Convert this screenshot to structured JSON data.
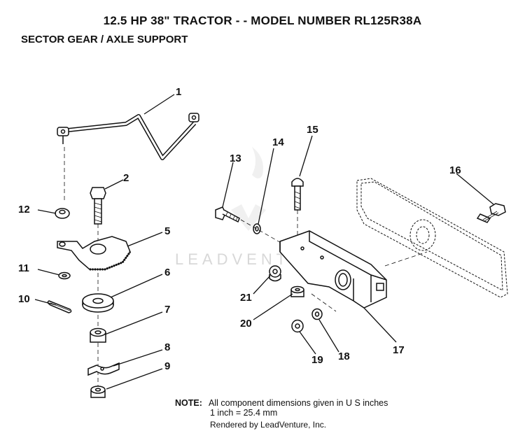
{
  "header": {
    "title": "12.5 HP 38\" TRACTOR - - MODEL NUMBER RL125R38A",
    "subtitle": "SECTOR GEAR / AXLE SUPPORT"
  },
  "parts": {
    "p1": "1",
    "p2": "2",
    "p3": "5",
    "p4": "6",
    "p5": "7",
    "p6": "8",
    "p7": "9",
    "p8": "10",
    "p9": "11",
    "p10": "12",
    "p11": "13",
    "p12": "14",
    "p13": "15",
    "p14": "16",
    "p15": "17",
    "p16": "18",
    "p17": "19",
    "p18": "20",
    "p19": "21"
  },
  "watermark": "LEADVENTURE",
  "note": {
    "label": "NOTE:",
    "line1": "All component dimensions given in U S  inches",
    "line2": "1 inch = 25.4 mm"
  },
  "footer": {
    "rendered_by": "Rendered by LeadVenture, Inc."
  }
}
